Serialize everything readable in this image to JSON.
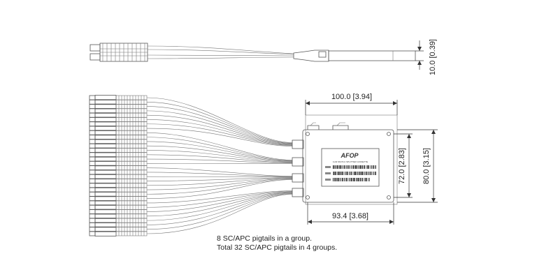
{
  "dimensions": {
    "cable_diameter": "10.0 [0.39]",
    "module_width": "100.0 [3.94]",
    "module_inner_height": "72.0 [2.83]",
    "module_height": "80.0 [3.15]",
    "module_depth": "93.4 [3.68]"
  },
  "label": {
    "brand": "AFOP",
    "module_title": "1x32 SM PLC SPLITTER CASSETTE"
  },
  "notes": {
    "line1": "8 SC/APC pigtails in a group.",
    "line2": "Total 32 SC/APC pigtails in 4 groups."
  },
  "colors": {
    "line": "#555555",
    "text": "#222222"
  },
  "pigtail_groups": 4,
  "pigtails_per_group": 8
}
